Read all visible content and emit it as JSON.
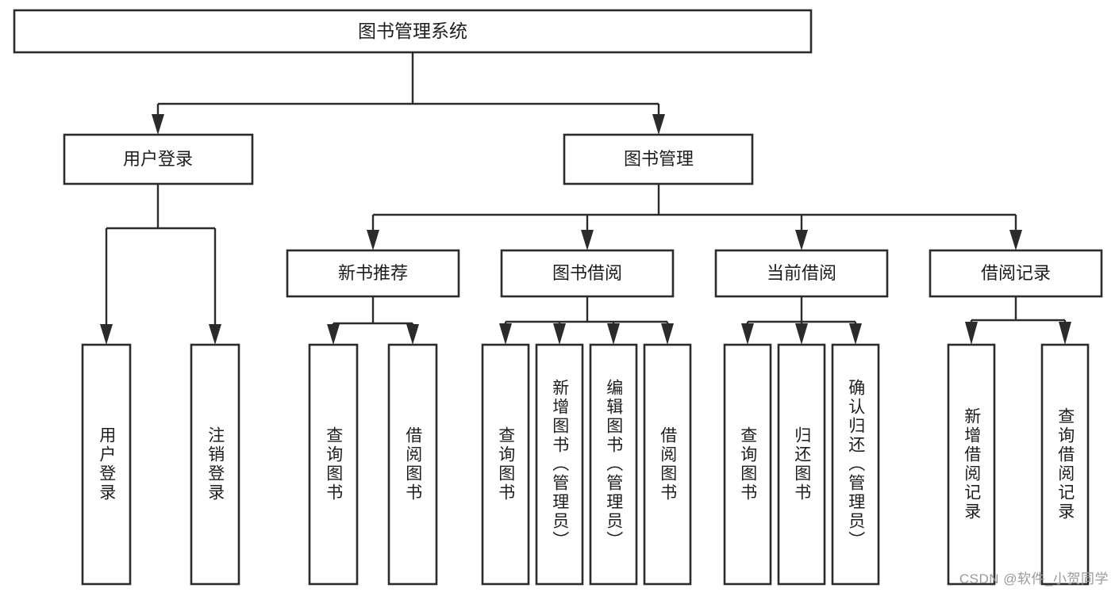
{
  "diagram": {
    "type": "tree",
    "title": "图书管理系统",
    "watermark": "CSDN @软件_小贺同学",
    "colors": {
      "stroke": "#2b2b2b",
      "fill": "#ffffff",
      "text": "#1d1d1d",
      "watermark": "#9a9a9a"
    },
    "root": {
      "label": "图书管理系统"
    },
    "level2": [
      {
        "label": "用户登录"
      },
      {
        "label": "图书管理"
      }
    ],
    "level3": [
      {
        "label": "新书推荐"
      },
      {
        "label": "图书借阅"
      },
      {
        "label": "当前借阅"
      },
      {
        "label": "借阅记录"
      }
    ],
    "leaves_user_login": [
      {
        "label": "用户登录"
      },
      {
        "label": "注销登录"
      }
    ],
    "leaves_new_book": [
      {
        "label": "查询图书"
      },
      {
        "label": "借阅图书"
      }
    ],
    "leaves_borrow": [
      {
        "label": "查询图书"
      },
      {
        "label": "新增图书（管理员）"
      },
      {
        "label": "编辑图书（管理员）"
      },
      {
        "label": "借阅图书"
      }
    ],
    "leaves_current": [
      {
        "label": "查询图书"
      },
      {
        "label": "归还图书"
      },
      {
        "label": "确认归还（管理员）"
      }
    ],
    "leaves_record": [
      {
        "label": "新增借阅记录"
      },
      {
        "label": "查询借阅记录"
      }
    ]
  }
}
